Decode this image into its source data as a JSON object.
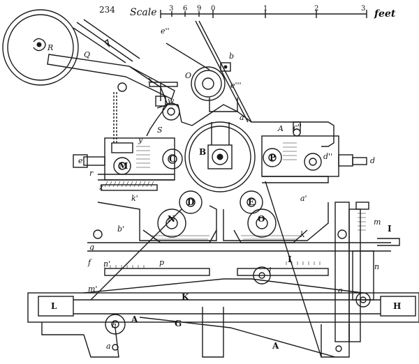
{
  "page_number": "234",
  "scale": {
    "label_left": "Scale",
    "label_right": "feet",
    "ticks": [
      "3",
      "6",
      "9",
      "0",
      "1",
      "2",
      "3"
    ]
  },
  "labels": {
    "R": "R",
    "Q": "Q",
    "x": "x",
    "w": "w",
    "e2": "e''",
    "O": "O",
    "b": "b",
    "e3": "e'''",
    "A1": "A",
    "c2": "c''",
    "S": "S",
    "a": "a",
    "B": "B",
    "C": "C",
    "M": "M",
    "P": "P",
    "e": "e",
    "r": "r",
    "z": "z",
    "d": "d",
    "d2": "d''",
    "y": "y",
    "a1": "a'",
    "k1": "k'",
    "D": "D",
    "E": "E",
    "N": "N",
    "O2": "O",
    "b1": "b'",
    "g": "g",
    "f": "f",
    "I1": "I",
    "m": "m",
    "p": "p",
    "n1": "n'",
    "m1": "m'",
    "k": "k",
    "I2": "I",
    "l": "l",
    "n": "n",
    "L": "L",
    "K": "K",
    "H": "H",
    "h": "h",
    "A2": "A",
    "G": "G",
    "A3": "A",
    "a2": "a",
    "o": "o"
  }
}
